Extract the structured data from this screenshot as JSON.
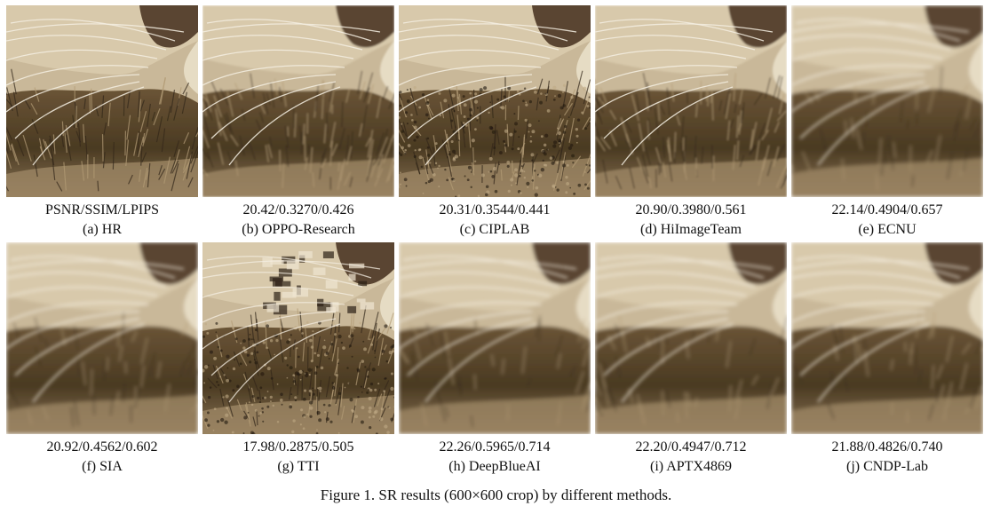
{
  "figure": {
    "caption": "Figure 1. SR results (600×600 crop) by different methods."
  },
  "panels": [
    {
      "metric": "PSNR/SSIM/LPIPS",
      "label": "(a) HR",
      "style": "sharp"
    },
    {
      "metric": "20.42/0.3270/0.426",
      "label": "(b) OPPO-Research",
      "style": "soft"
    },
    {
      "metric": "20.31/0.3544/0.441",
      "label": "(c) CIPLAB",
      "style": "noisy"
    },
    {
      "metric": "20.90/0.3980/0.561",
      "label": "(d) HiImageTeam",
      "style": "soft"
    },
    {
      "metric": "22.14/0.4904/0.657",
      "label": "(e) ECNU",
      "style": "blurry"
    },
    {
      "metric": "20.92/0.4562/0.602",
      "label": "(f) SIA",
      "style": "blurry"
    },
    {
      "metric": "17.98/0.2875/0.505",
      "label": "(g) TTI",
      "style": "artifact"
    },
    {
      "metric": "22.26/0.5965/0.714",
      "label": "(h) DeepBlueAI",
      "style": "blurry"
    },
    {
      "metric": "22.20/0.4947/0.712",
      "label": "(i) APTX4869",
      "style": "blurry"
    },
    {
      "metric": "21.88/0.4826/0.740",
      "label": "(j) CNDP-Lab",
      "style": "blurry"
    }
  ]
}
